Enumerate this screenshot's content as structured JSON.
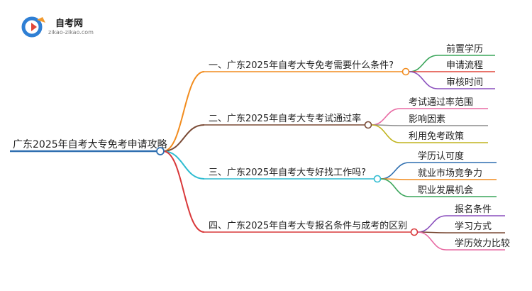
{
  "logo": {
    "title": "自考网",
    "subtitle": "zikao-zikao.com",
    "colors": {
      "blue": "#2f7fd4",
      "orange": "#f29a2e",
      "red": "#e0463a"
    }
  },
  "root": {
    "label": "广东2025年自考大专免考申请攻略",
    "color": "#2f6fb0"
  },
  "branches": [
    {
      "label": "一、广东2025年自考大专免考需要什么条件?",
      "color": "#f28c1e",
      "children": [
        {
          "label": "前置学历",
          "color": "#3aa55a"
        },
        {
          "label": "申请流程",
          "color": "#e0463a"
        },
        {
          "label": "审核时间",
          "color": "#8a4fbd"
        }
      ]
    },
    {
      "label": "二、广东2025年自考大专考试通过率",
      "color": "#7a4a35",
      "children": [
        {
          "label": "考试通过率范围",
          "color": "#e86aa3"
        },
        {
          "label": "影响因素",
          "color": "#8c8c8c"
        },
        {
          "label": "利用免考政策",
          "color": "#c0b41e"
        }
      ]
    },
    {
      "label": "三、广东2025年自考大专好找工作吗?",
      "color": "#2fbcd1",
      "children": [
        {
          "label": "学历认可度",
          "color": "#2f6fb0"
        },
        {
          "label": "就业市场竞争力",
          "color": "#f28c1e"
        },
        {
          "label": "职业发展机会",
          "color": "#3aa55a"
        }
      ]
    },
    {
      "label": "四、广东2025年自考大专报名条件与成考的区别",
      "color": "#d9383a",
      "children": [
        {
          "label": "报名条件",
          "color": "#8a4fbd"
        },
        {
          "label": "学习方式",
          "color": "#7a4a35"
        },
        {
          "label": "学历效力比较",
          "color": "#e86aa3"
        }
      ]
    }
  ]
}
